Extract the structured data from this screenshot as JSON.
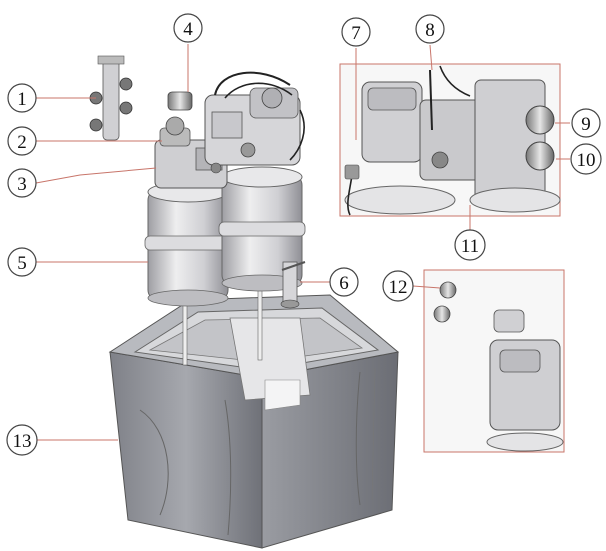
{
  "diagram": {
    "callouts": [
      {
        "id": "c1",
        "label": "1"
      },
      {
        "id": "c2",
        "label": "2"
      },
      {
        "id": "c3",
        "label": "3"
      },
      {
        "id": "c4",
        "label": "4"
      },
      {
        "id": "c5",
        "label": "5"
      },
      {
        "id": "c6",
        "label": "6"
      },
      {
        "id": "c7",
        "label": "7"
      },
      {
        "id": "c8",
        "label": "8"
      },
      {
        "id": "c9",
        "label": "9"
      },
      {
        "id": "c10",
        "label": "10"
      },
      {
        "id": "c11",
        "label": "11"
      },
      {
        "id": "c12",
        "label": "12"
      },
      {
        "id": "c13",
        "label": "13"
      }
    ],
    "colors": {
      "leader_line": "#c8756a",
      "callout_stroke": "#444444",
      "cabinet": "#8d8f96",
      "tank": "#d9d9dc",
      "detail_frame": "#c8756a"
    }
  }
}
